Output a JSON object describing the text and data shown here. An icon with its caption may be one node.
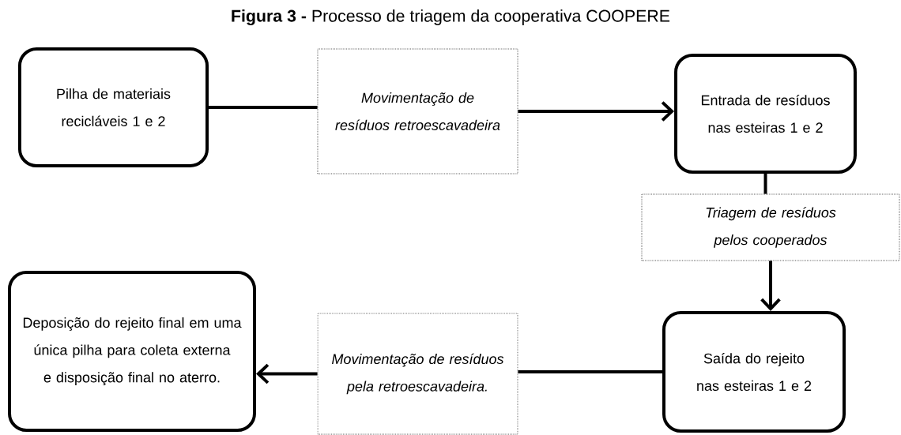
{
  "diagram": {
    "title": "**Figura 3 -** Processo de triagem da cooperativa COOPERE",
    "nodes": [
      {
        "text": [
          "Pilha de materiais recicláveis 1 e 2"
        ]
      },
      {
        "text": [
          "Movimentação de resíduos retroescavadeira"
        ]
      },
      {
        "text": [
          "Entrada de resíduos nas esteiras 1 e 2"
        ]
      },
      {
        "text": [
          "Triagem de resíduos pelos cooperados"
        ]
      },
      {
        "text": [
          "Saída do rejeito nas esteiras 1 e 2"
        ]
      },
      {
        "text": [
          "Movimentação de resíduos pela retroescavadeira."
        ]
      },
      {
        "text": [
          "Deposição do rejeito final em uma única pilha para coleta externa e disposição final no aterro."
        ]
      }
    ],
    "edges": [
      {
        "from": 0,
        "to": 1,
        "arrow": "none"
      },
      {
        "from": 1,
        "to": 2,
        "arrow": "to"
      },
      {
        "from": 2,
        "to": 3,
        "arrow": "none"
      },
      {
        "from": 3,
        "to": 4,
        "arrow": "to"
      },
      {
        "from": 4,
        "to": 5,
        "arrow": "none"
      },
      {
        "from": 5,
        "to": 6,
        "arrow": "to"
      }
    ]
  }
}
